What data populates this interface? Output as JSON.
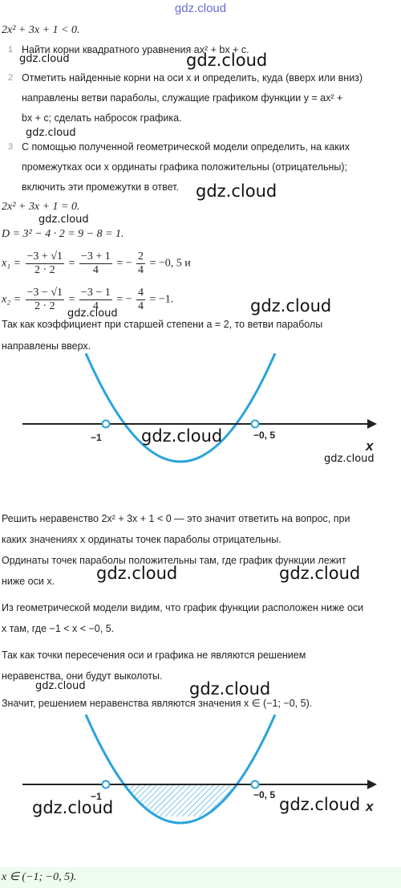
{
  "header": {
    "watermark": "gdz.cloud"
  },
  "task": {
    "inequality": "2x² + 3x + 1 < 0.",
    "steps": [
      {
        "num": "1",
        "text": "Найти корни квадратного уравнения ax² + bx + c."
      },
      {
        "num": "2",
        "line1": "Отметить найденные корни на оси x и определить, куда (вверх или вниз)",
        "line2": "направлены ветви параболы, служащие графиком функции y = ax² +",
        "line3": "bx + c; сделать набросок графика."
      },
      {
        "num": "3",
        "line1": "С помощью полученной геометрической модели определить, на каких",
        "line2": "промежутках оси x ординаты графика положительны (отрицательны);",
        "line3": "включить эти промежутки в ответ."
      }
    ]
  },
  "solution": {
    "equation": "2x² + 3x + 1 = 0.",
    "discriminant": "D = 3² − 4 · 2 = 9 − 8 = 1.",
    "x1": {
      "lhs": "x₁ =",
      "f1n": "−3 + √1",
      "f1d": "2 · 2",
      "f2n": "−3 + 1",
      "f2d": "4",
      "mid": "= −",
      "f3n": "2",
      "f3d": "4",
      "tail": "= −0, 5 и"
    },
    "x2": {
      "lhs": "x₂ =",
      "f1n": "−3 − √1",
      "f1d": "2 · 2",
      "f2n": "−3 − 1",
      "f2d": "4",
      "mid": "= −",
      "f3n": "4",
      "f3d": "4",
      "tail": "= −1."
    },
    "coef_line1": "Так как коэффициент при старшей степени a = 2, то ветви параболы",
    "coef_line2": "направлены вверх."
  },
  "graph1": {
    "root_left": "−1",
    "root_right": "−0, 5",
    "axis": "x"
  },
  "explanation": {
    "p1_line1": "Решить неравенство 2x² + 3x + 1 < 0 — это значит ответить на вопрос, при",
    "p1_line2": "каких значениях x ординаты точек параболы отрицательны.",
    "p2_line1": "Ординаты точек параболы положительны там, где график функции лежит",
    "p2_line2": "ниже оси x.",
    "p3_line1": "Из геометрической модели видим, что график функции расположен ниже оси",
    "p3_line2": "x там, где −1 < x < −0, 5.",
    "p4_line1": "Так как точки пересечения оси и графика не являются решением",
    "p4_line2": "неравенства, они будут выколоты.",
    "p5": "Значит, решением неравенства являются значения x ∈ (−1;  −0, 5)."
  },
  "graph2": {
    "root_left": "−1",
    "root_right": "−0, 5",
    "axis": "x"
  },
  "answer": "x ∈ (−1;  −0, 5).",
  "watermarks": [
    "gdz.cloud"
  ],
  "colors": {
    "parabola": "#29a3dc",
    "axis": "#222222",
    "hatch": "#29a3dc",
    "answer_bg": "#eefbee",
    "header_link": "#6b6bd6"
  }
}
